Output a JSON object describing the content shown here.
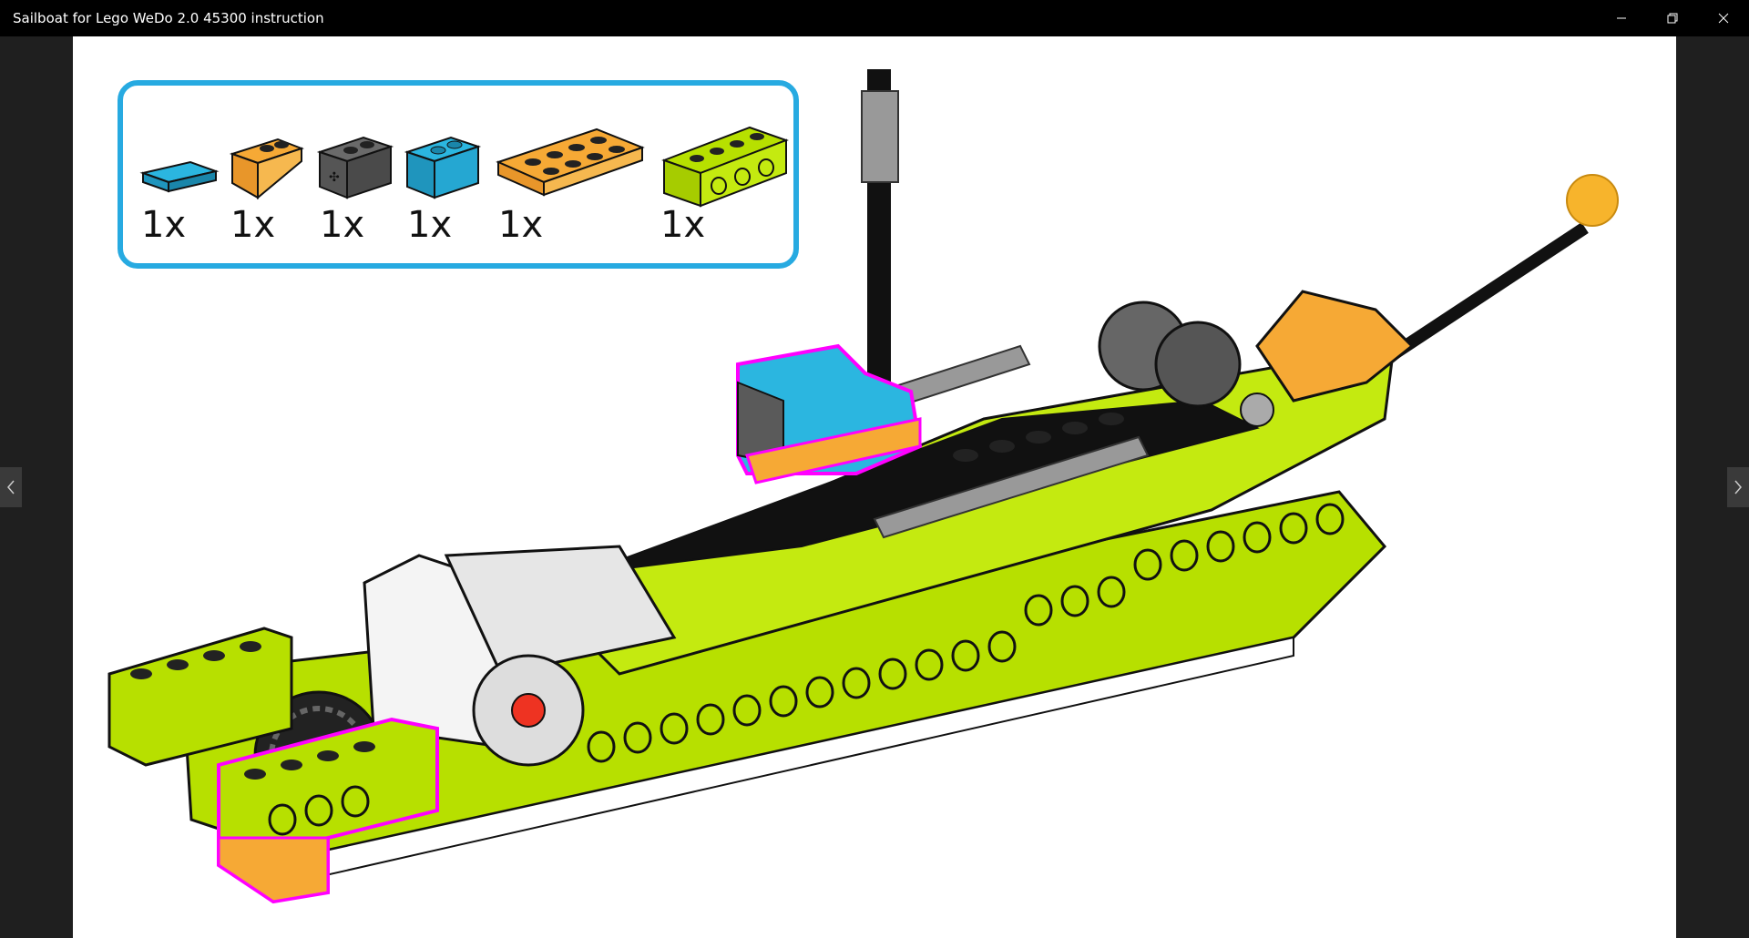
{
  "window": {
    "title": "Sailboat for Lego WeDo 2.0 45300 instruction",
    "controls": [
      "minimize-icon",
      "restore-icon",
      "close-icon"
    ]
  },
  "viewer": {
    "nav_left_icon": "chevron-left-icon",
    "nav_right_icon": "chevron-right-icon"
  },
  "parts_list": [
    {
      "part": "blue tile",
      "qty": "1x",
      "color": "#2bb6e0"
    },
    {
      "part": "orange slope",
      "qty": "1x",
      "color": "#f6a935"
    },
    {
      "part": "dark gray axle brick",
      "qty": "1x",
      "color": "#5a5a5a"
    },
    {
      "part": "blue brick",
      "qty": "1x",
      "color": "#2bb6e0"
    },
    {
      "part": "orange plate",
      "qty": "1x",
      "color": "#f6a935"
    },
    {
      "part": "lime technic brick",
      "qty": "1x",
      "color": "#b7e000"
    }
  ],
  "colors": {
    "lime": "#b7e000",
    "highlight": "#ff00ff",
    "frame": "#27aae1"
  }
}
